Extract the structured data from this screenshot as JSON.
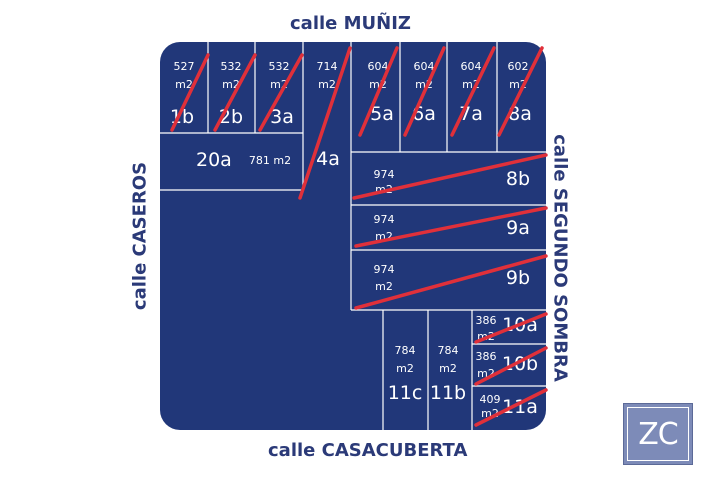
{
  "streets": {
    "top": "calle MUÑIZ",
    "bottom": "calle CASACUBERTA",
    "left": "calle CASEROS",
    "right": "calle SEGUNDO SOMBRA"
  },
  "logo": "ZC",
  "colors": {
    "block": "#213779",
    "lines": "#ffffff",
    "sold_mark": "#e0303a",
    "text": "#2b3a78"
  },
  "lots": [
    {
      "id": "1b",
      "area_top": "527",
      "area_bottom": "m2",
      "sold": true
    },
    {
      "id": "2b",
      "area_top": "532",
      "area_bottom": "m2",
      "sold": true
    },
    {
      "id": "3a",
      "area_top": "532",
      "area_bottom": "m2",
      "sold": true
    },
    {
      "id": "4a",
      "area_top": "714",
      "area_bottom": "m2",
      "sold": true
    },
    {
      "id": "5a",
      "area_top": "604",
      "area_bottom": "m2",
      "sold": true
    },
    {
      "id": "6a",
      "area_top": "604",
      "area_bottom": "m2",
      "sold": true
    },
    {
      "id": "7a",
      "area_top": "604",
      "area_bottom": "m2",
      "sold": true
    },
    {
      "id": "8a",
      "area_top": "602",
      "area_bottom": "m2",
      "sold": true
    },
    {
      "id": "20a",
      "area_top": "781 m2",
      "area_bottom": "",
      "sold": false
    },
    {
      "id": "8b",
      "area_top": "974",
      "area_bottom": "m2",
      "sold": true
    },
    {
      "id": "9a",
      "area_top": "974",
      "area_bottom": "m2",
      "sold": true
    },
    {
      "id": "9b",
      "area_top": "974",
      "area_bottom": "m2",
      "sold": true
    },
    {
      "id": "10a",
      "area_top": "386",
      "area_bottom": "m2",
      "sold": true
    },
    {
      "id": "10b",
      "area_top": "386",
      "area_bottom": "m2",
      "sold": true
    },
    {
      "id": "11a",
      "area_top": "409",
      "area_bottom": "m2",
      "sold": true
    },
    {
      "id": "11c",
      "area_top": "784",
      "area_bottom": "m2",
      "sold": false
    },
    {
      "id": "11b",
      "area_top": "784",
      "area_bottom": "m2",
      "sold": false
    }
  ]
}
